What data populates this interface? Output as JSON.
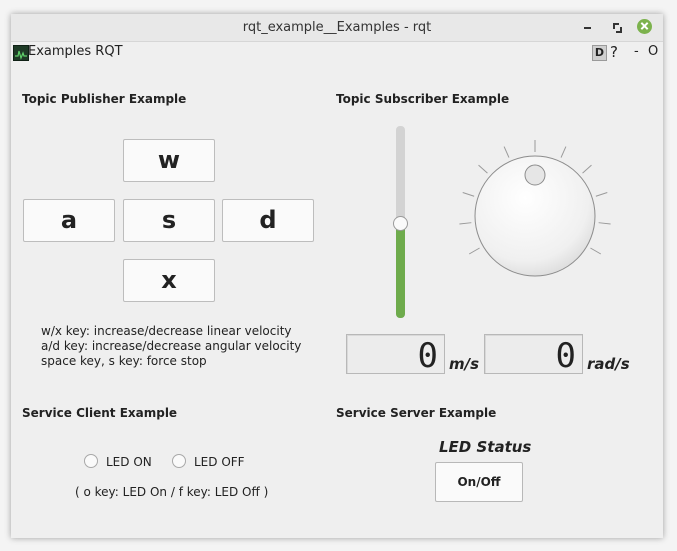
{
  "window": {
    "title": "rqt_example__Examples - rqt"
  },
  "plugin": {
    "title": "Examples RQT",
    "d_label": "D",
    "help_label": "?",
    "minimize_label": "-",
    "close_label": "O"
  },
  "publisher": {
    "title": "Topic Publisher Example",
    "keys": {
      "w": "w",
      "a": "a",
      "s": "s",
      "d": "d",
      "x": "x"
    },
    "help_lines": [
      "w/x key: increase/decrease linear velocity",
      "a/d key: increase/decrease angular velocity",
      "space key, s key: force stop"
    ]
  },
  "subscriber": {
    "title": "Topic Subscriber Example",
    "slider_level": 0.5,
    "linear_value": "0",
    "linear_unit": "m/s",
    "angular_value": "0",
    "angular_unit": "rad/s"
  },
  "client": {
    "title": "Service Client Example",
    "led_on_label": "LED ON",
    "led_off_label": "LED OFF",
    "help": "( o key: LED On / f key: LED Off )"
  },
  "server": {
    "title": "Service Server Example",
    "status_label": "LED Status",
    "button_label": "On/Off"
  },
  "colors": {
    "accent_green": "#6eab4c",
    "close_button": "#7cb24d"
  }
}
